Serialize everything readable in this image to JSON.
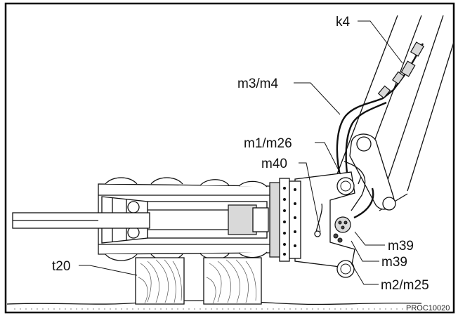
{
  "labels": {
    "k4": "k4",
    "m3_m4": "m3/m4",
    "m1_m26": "m1/m26",
    "m40": "m40",
    "m39_a": "m39",
    "m39_b": "m39",
    "t20": "t20",
    "m2_m25": "m2/m25"
  },
  "figure_code": "PROC10020",
  "colors": {
    "line": "#111111",
    "frame": "#000000",
    "background": "#ffffff"
  }
}
